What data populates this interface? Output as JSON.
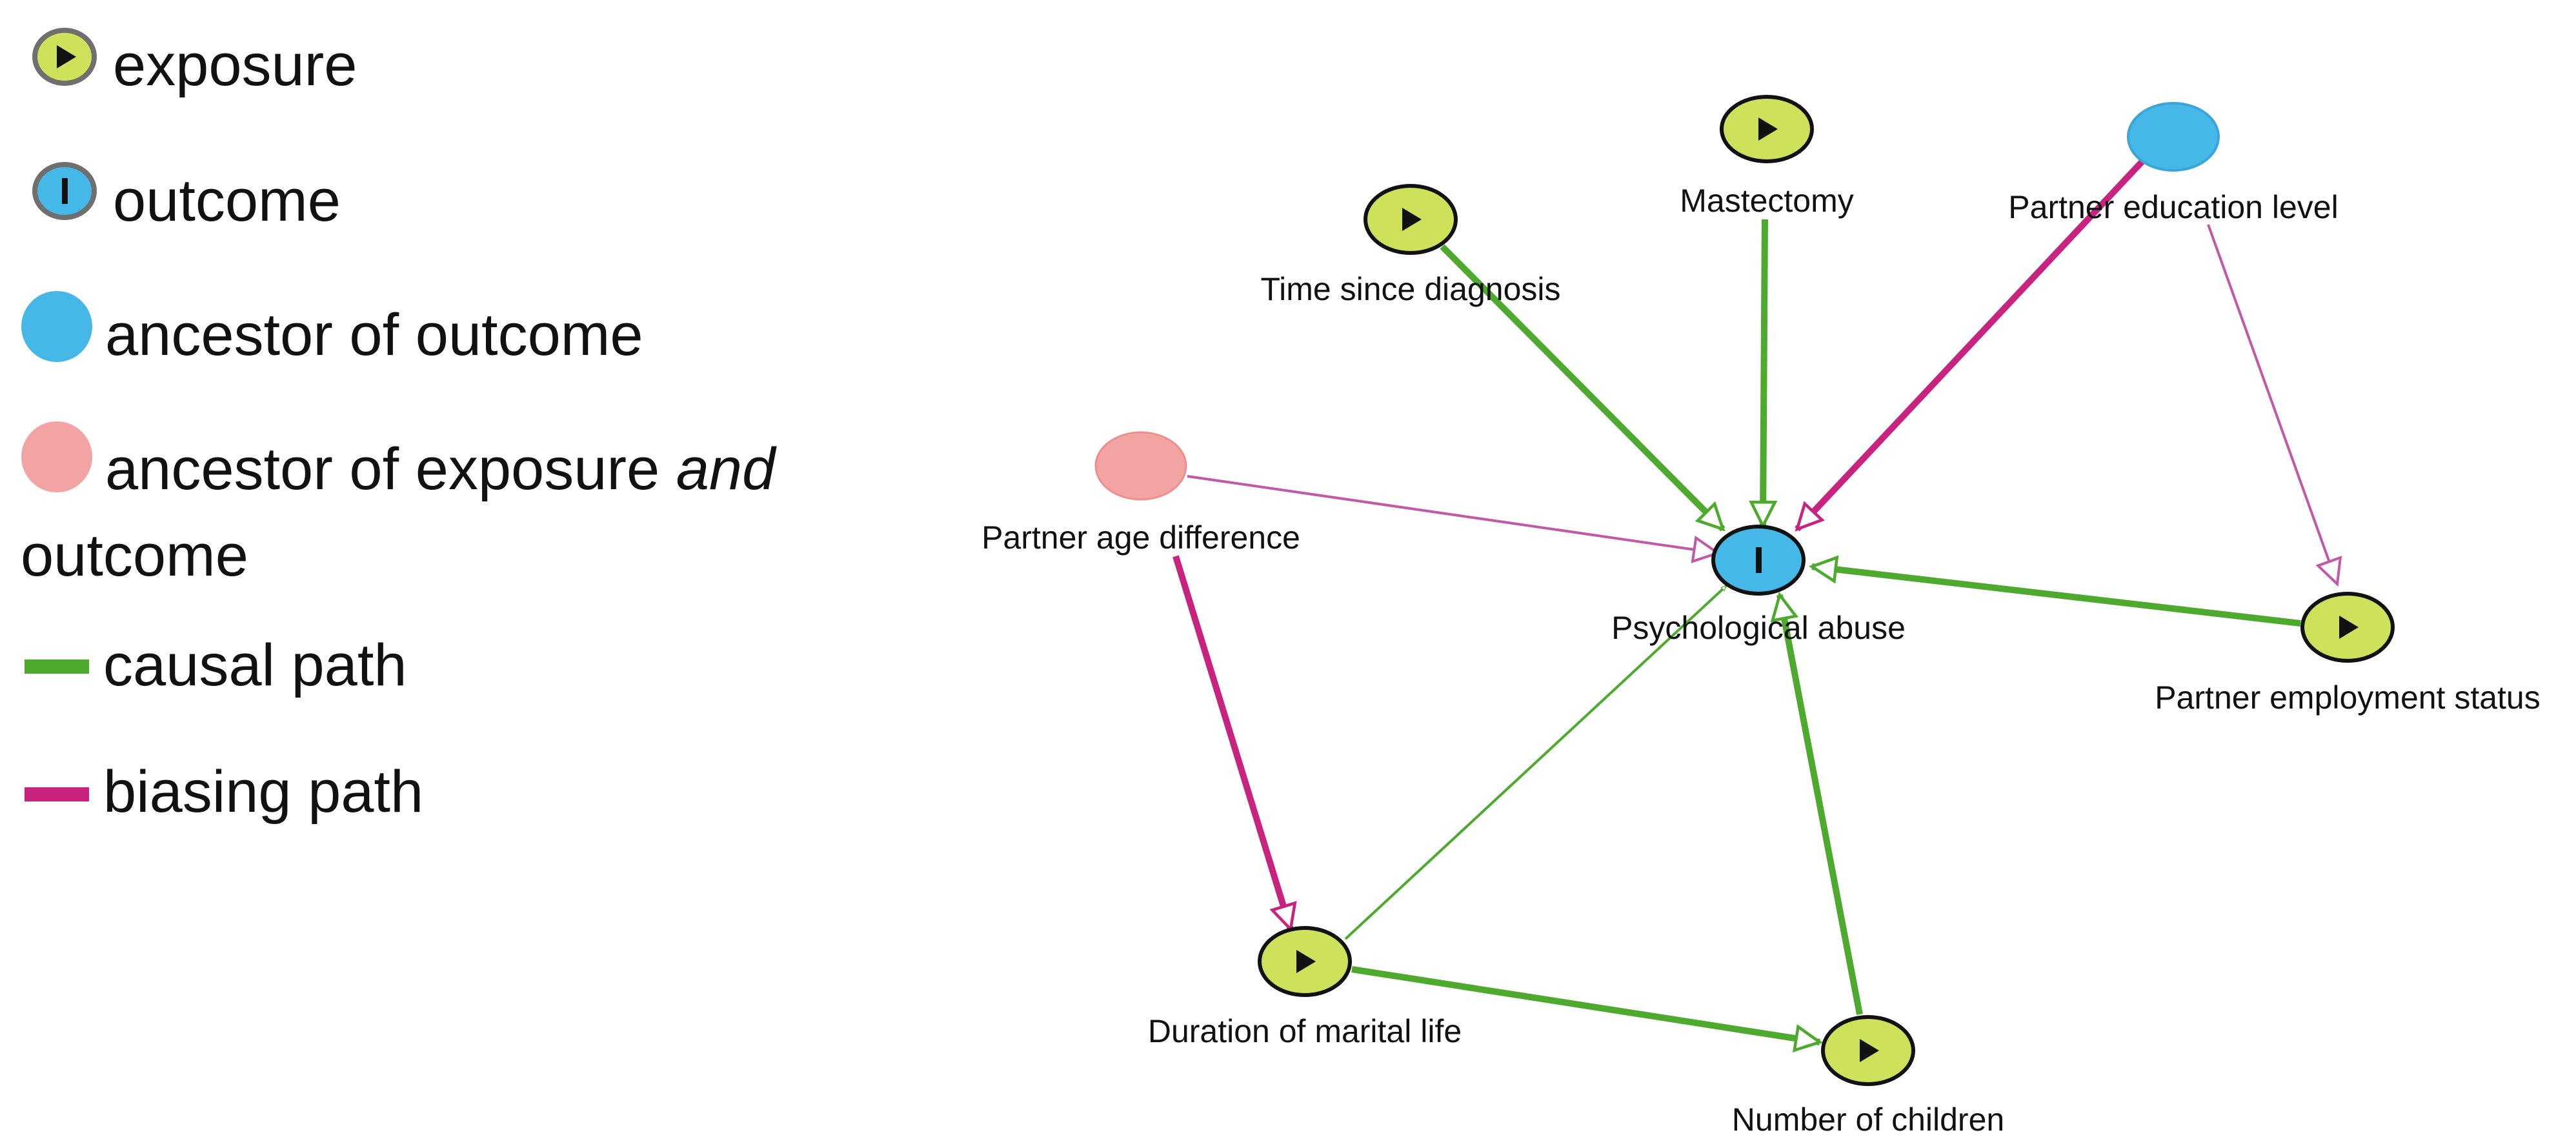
{
  "legend": {
    "exposure": "exposure",
    "outcome": "outcome",
    "ancestor_outcome": "ancestor of outcome",
    "ancestor_both_part1": "ancestor of exposure ",
    "ancestor_both_emph": "and",
    "ancestor_both_part2": "outcome",
    "causal_path": "causal path",
    "biasing_path": "biasing path"
  },
  "colors": {
    "exposure": "#cfe05a",
    "outcome": "#45b8e8",
    "ancestor_outcome": "#45b8e8",
    "ancestor_both": "#f4a3a3",
    "causal": "#4daa2e",
    "biasing": "#c8237f",
    "neutral_arrow": "#c159a6"
  },
  "nodes": {
    "mastectomy": {
      "label": "Mastectomy",
      "kind": "exposure"
    },
    "time_since_diagnosis": {
      "label": "Time since diagnosis",
      "kind": "exposure"
    },
    "partner_education": {
      "label": "Partner education level",
      "kind": "ancestor_outcome"
    },
    "partner_age_difference": {
      "label": "Partner age difference",
      "kind": "ancestor_both"
    },
    "psychological_abuse": {
      "label": "Psychological abuse",
      "kind": "outcome"
    },
    "partner_employment": {
      "label": "Partner employment status",
      "kind": "exposure"
    },
    "duration_marital_life": {
      "label": "Duration of marital life",
      "kind": "exposure"
    },
    "number_of_children": {
      "label": "Number of children",
      "kind": "exposure"
    }
  },
  "edges": [
    {
      "from": "time_since_diagnosis",
      "to": "psychological_abuse",
      "type": "causal"
    },
    {
      "from": "mastectomy",
      "to": "psychological_abuse",
      "type": "causal"
    },
    {
      "from": "partner_education",
      "to": "psychological_abuse",
      "type": "biasing"
    },
    {
      "from": "partner_education",
      "to": "partner_employment",
      "type": "thin"
    },
    {
      "from": "partner_age_difference",
      "to": "psychological_abuse",
      "type": "thin"
    },
    {
      "from": "partner_age_difference",
      "to": "duration_marital_life",
      "type": "biasing"
    },
    {
      "from": "partner_employment",
      "to": "psychological_abuse",
      "type": "causal"
    },
    {
      "from": "duration_marital_life",
      "to": "psychological_abuse",
      "type": "thin_causal"
    },
    {
      "from": "duration_marital_life",
      "to": "number_of_children",
      "type": "causal"
    },
    {
      "from": "number_of_children",
      "to": "psychological_abuse",
      "type": "causal"
    }
  ]
}
